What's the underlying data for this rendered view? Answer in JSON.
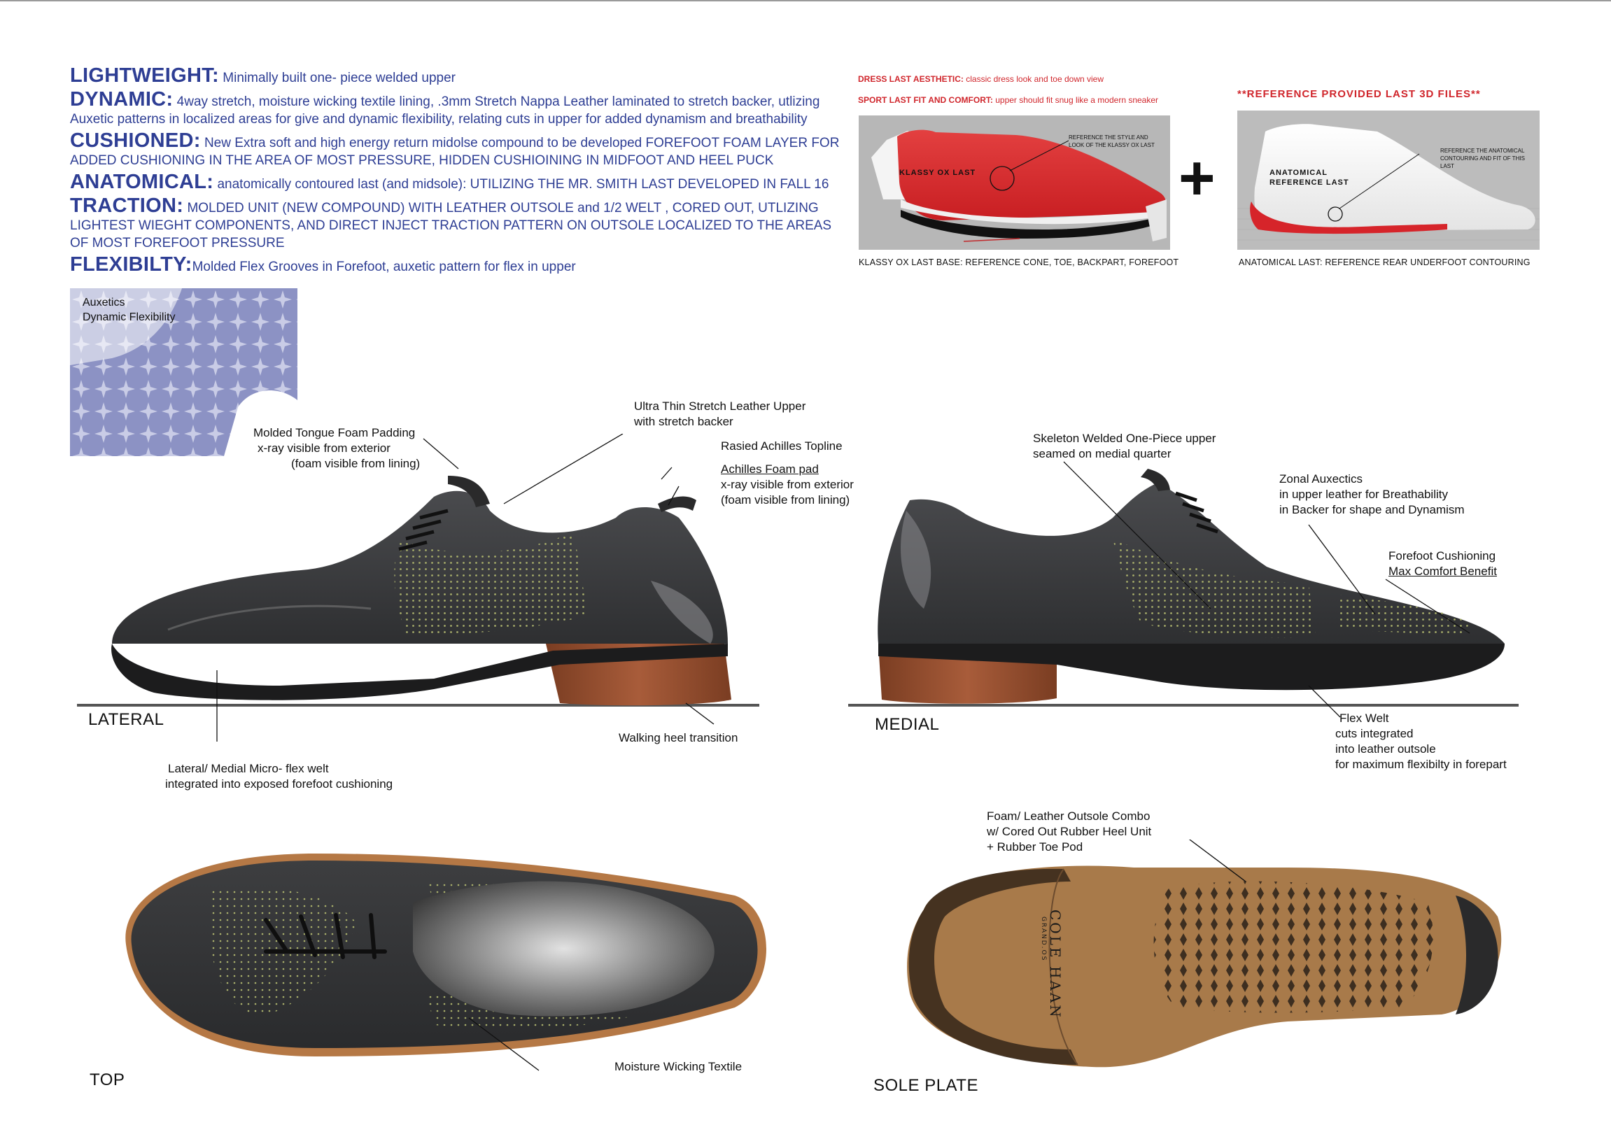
{
  "spec": [
    {
      "heading": "LIGHTWEIGHT:",
      "body": "Minimally built  one- piece welded upper"
    },
    {
      "heading": "DYNAMIC:",
      "body": "4way stretch, moisture wicking textile lining, .3mm Stretch Nappa Leather  laminated to stretch backer, utlizing Auxetic patterns in localized areas for give and dynamic flexibility, relating cuts in upper for added dynamism and breathability"
    },
    {
      "heading": "CUSHIONED:",
      "body": "New Extra soft and high energy return midolse compound to be developed  FOREFOOT  FOAM LAYER FOR ADDED CUSHIONING IN THE AREA OF MOST PRESSURE, HIDDEN CUSHIOINING IN MIDFOOT AND HEEL PUCK"
    },
    {
      "heading": "ANATOMICAL:",
      "body": "anatomically contoured last (and midsole): UTILIZING THE MR. SMITH LAST DEVELOPED IN FALL 16"
    },
    {
      "heading": "TRACTION:",
      "body": "MOLDED UNIT (NEW COMPOUND) WITH LEATHER OUTSOLE and 1/2 WELT , CORED OUT, UTLIZING LIGHTEST WIEGHT COMPONENTS, AND DIRECT INJECT TRACTION PATTERN ON OUTSOLE LOCALIZED TO THE AREAS OF MOST FOREFOOT PRESSURE"
    },
    {
      "heading": "FLEXIBILTY:",
      "body": "Molded Flex Grooves in Forefoot, auxetic pattern for flex in upper"
    }
  ],
  "lasts": {
    "dress_heading": "DRESS LAST AESTHETIC:",
    "dress_body": "classic dress look and toe down view",
    "sport_heading": "SPORT LAST FIT AND COMFORT:",
    "sport_body": "upper should fit snug like a modern sneaker",
    "reference_files": "**REFERENCE PROVIDED LAST 3D FILES**",
    "plus": "+",
    "klassy": {
      "inner_label": "KLASSY OX LAST",
      "note": "REFERENCE THE STYLE AND LOOK OF THE KLASSY OX LAST",
      "caption": "KLASSY OX LAST BASE: REFERENCE CONE, TOE, BACKPART, FOREFOOT"
    },
    "anatomical": {
      "inner_label": "ANATOMICAL REFERENCE LAST",
      "note": "REFERENCE THE ANATOMICAL CONTOURING AND FIT OF THIS LAST",
      "caption": "ANATOMICAL LAST: REFERENCE REAR UNDERFOOT CONTOURING"
    }
  },
  "auxetics": {
    "line1": "Auxetics",
    "line2": "Dynamic Flexibility"
  },
  "lateral": {
    "title": "LATERAL",
    "tongue": {
      "line1": "Molded Tongue Foam Padding",
      "line2": "x-ray visible from exterior",
      "line3": "(foam visible from lining)"
    },
    "upper": {
      "line1": "Ultra Thin Stretch Leather Upper",
      "line2": "with stretch backer"
    },
    "topline": "Rasied Achilles Topline",
    "achilles": {
      "line1": "Achilles Foam pad",
      "line2": "x-ray visible from exterior",
      "line3": "(foam visible from lining)"
    },
    "heel": "Walking heel transition",
    "welt": {
      "line1": "Lateral/ Medial  Micro- flex welt",
      "line2": "integrated into exposed forefoot cushioning"
    }
  },
  "medial": {
    "title": "MEDIAL",
    "skeleton": {
      "line1": "Skeleton Welded One-Piece upper",
      "line2": "seamed on medial quarter"
    },
    "zonal": {
      "line1": "Zonal Auxectics",
      "line2": "in upper leather for Breathability",
      "line3": "in Backer for shape and Dynamism"
    },
    "forefoot": {
      "line1": "Forefoot Cushioning",
      "line2": "Max Comfort Benefit"
    },
    "flex": {
      "line1": "Flex Welt",
      "line2": "cuts  integrated",
      "line3": "into leather outsole",
      "line4": "for maximum flexibilty in forepart"
    }
  },
  "top": {
    "title": "TOP",
    "lining": "Moisture Wicking Textile"
  },
  "sole": {
    "title": "SOLE PLATE",
    "combo": {
      "line1": "Foam/ Leather Outsole Combo",
      "line2": "w/ Cored Out Rubber  Heel Unit",
      "line3": "+ Rubber Toe Pod"
    },
    "brand": "COLE HAAN",
    "sub_brand": "GRAND.OS"
  },
  "colors": {
    "spec_blue": "#2e3e94",
    "note_red": "#d0262c",
    "leather": "#3a3b3d",
    "sole_brown": "#a87a4a",
    "heel_wood": "#8b4a2c"
  }
}
